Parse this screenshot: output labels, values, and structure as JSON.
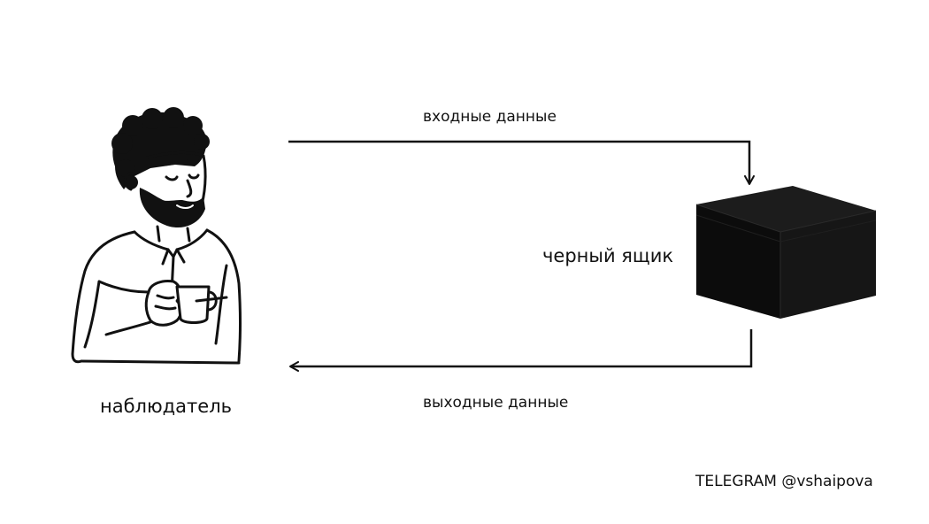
{
  "labels": {
    "input": "входные данные",
    "output": "выходные данные",
    "black_box": "черный ящик",
    "observer": "наблюдатель",
    "credit": "TELEGRAM @vshaipova"
  },
  "colors": {
    "ink": "#111111",
    "box_top": "#1b1b1b",
    "box_front": "#0e0e0e",
    "box_side": "#161616",
    "background": "#ffffff"
  },
  "icons": {
    "observer": "person-holding-cup-icon",
    "black_box": "black-cube-icon"
  }
}
